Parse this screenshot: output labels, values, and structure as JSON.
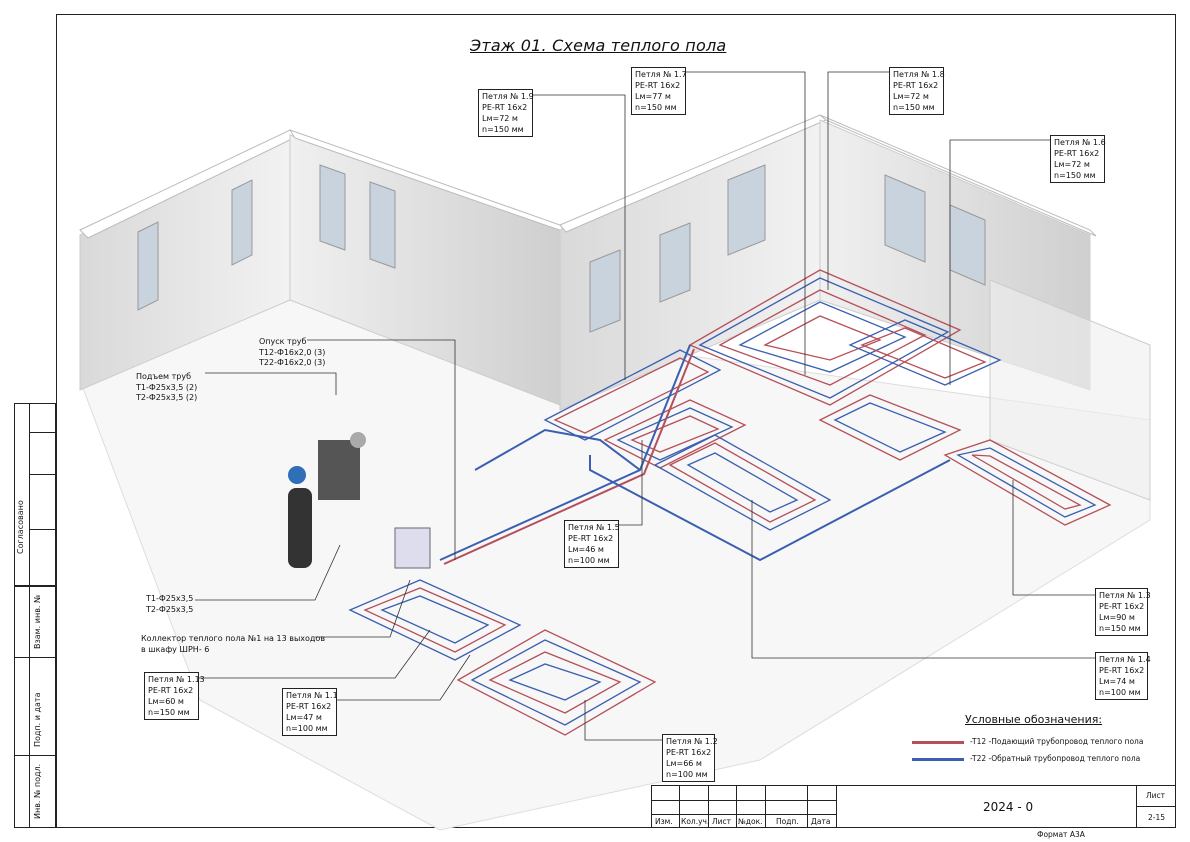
{
  "title": "Этаж 01. Схема теплого пола",
  "loops": [
    {
      "name": "Петля № 1.9",
      "pipe": "PE-RT 16x2",
      "length": "Lм=72 м",
      "step": "n=150 мм"
    },
    {
      "name": "Петля № 1.7",
      "pipe": "PE-RT 16x2",
      "length": "Lм=77 м",
      "step": "n=150 мм"
    },
    {
      "name": "Петля № 1.8",
      "pipe": "PE-RT 16x2",
      "length": "Lм=72 м",
      "step": "n=150 мм"
    },
    {
      "name": "Петля № 1.6",
      "pipe": "PE-RT 16x2",
      "length": "Lм=72 м",
      "step": "n=150 мм"
    },
    {
      "name": "Петля № 1.5",
      "pipe": "PE-RT 16x2",
      "length": "Lм=46 м",
      "step": "n=100 мм"
    },
    {
      "name": "Петля № 1.3",
      "pipe": "PE-RT 16x2",
      "length": "Lм=90 м",
      "step": "n=150 мм"
    },
    {
      "name": "Петля № 1.4",
      "pipe": "PE-RT 16x2",
      "length": "Lм=74 м",
      "step": "n=100 мм"
    },
    {
      "name": "Петля № 1.13",
      "pipe": "PE-RT 16x2",
      "length": "Lм=60 м",
      "step": "n=150 мм"
    },
    {
      "name": "Петля № 1.1",
      "pipe": "PE-RT 16x2",
      "length": "Lм=47 м",
      "step": "n=100 мм"
    },
    {
      "name": "Петля № 1.2",
      "pipe": "PE-RT 16x2",
      "length": "Lм=66 м",
      "step": "n=100 мм"
    }
  ],
  "notes": {
    "descent": [
      "Опуск труб",
      "T12-Ф16x2,0 (3)",
      "T22-Ф16x2,0 (3)"
    ],
    "rise": [
      "Подъем труб",
      "T1-Ф25x3,5 (2)",
      "T2-Ф25x3,5 (2)"
    ],
    "mains": [
      "T1-Ф25x3,5",
      "T2-Ф25x3,5"
    ],
    "collector": [
      "Коллектор теплого пола №1 на 13 выходов",
      "в шкафу ШРН- 6"
    ]
  },
  "legend": {
    "title": "Условные обозначения:",
    "items": [
      {
        "label": "-T12 -Подающий трубопровод теплого пола",
        "color": "#b5505a"
      },
      {
        "label": "-T22 -Обратный трубопровод теплого пола",
        "color": "#3a5fb0"
      }
    ]
  },
  "side_strip": {
    "agreed": "Согласовано",
    "inv_replace": "Взам. инв. №",
    "sign_date": "Подп. и дата",
    "inv_orig": "Инв. № подл."
  },
  "title_block": {
    "cols": [
      "Изм.",
      "Кол.уч.",
      "Лист",
      "№док.",
      "Подп.",
      "Дата"
    ],
    "code": "2024 - 0",
    "sheet_label": "Лист",
    "sheet": "2-15"
  },
  "format": "Формат А3А",
  "colors": {
    "supply": "#b5505a",
    "return": "#3a5fb0",
    "wall": "#e8e8e8",
    "floor": "#f6f6f6"
  }
}
